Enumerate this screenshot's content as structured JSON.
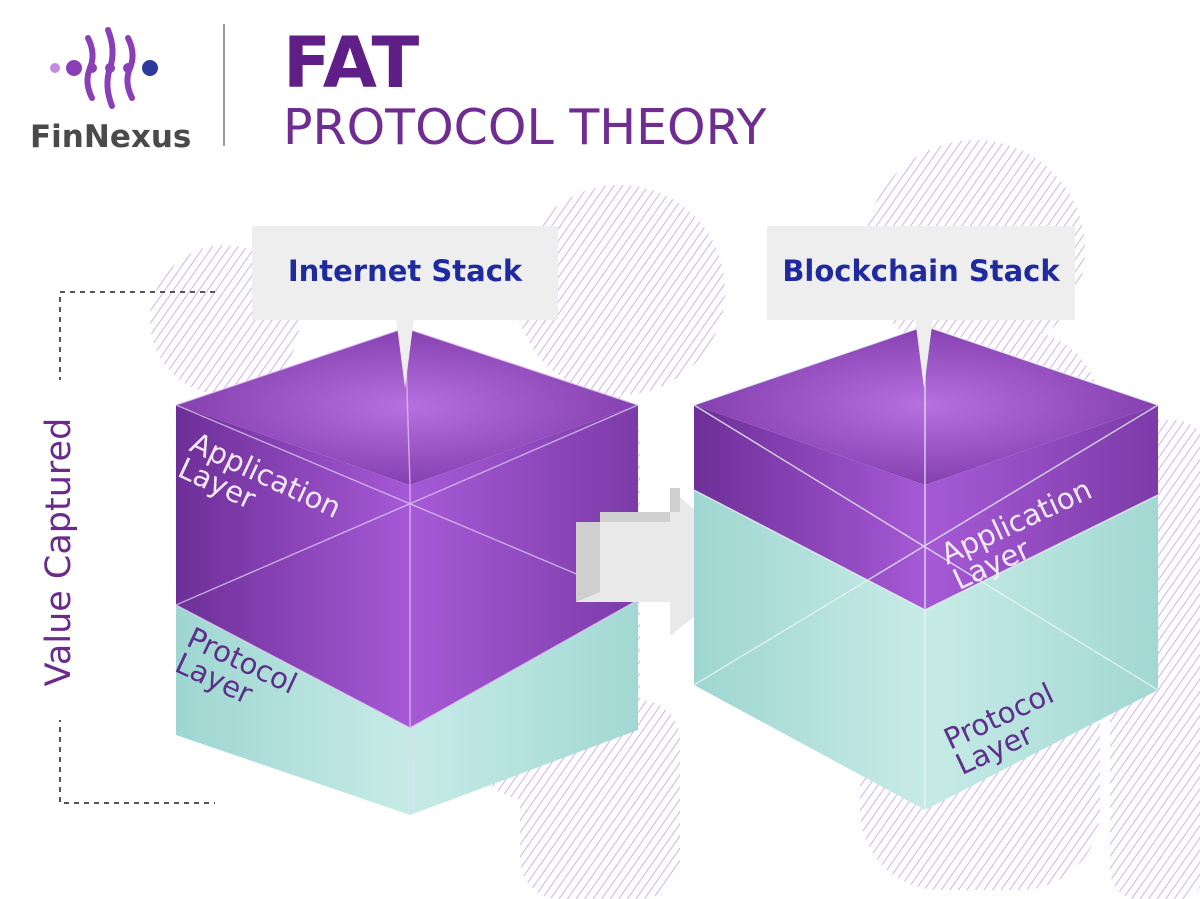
{
  "brand": {
    "name": "FinNexus",
    "logo_icon": "finnexus-dots-logo",
    "color_purple": "#7a2f9e",
    "color_accent_blue": "#2b3a9c",
    "color_gray": "#4a4a4a"
  },
  "header": {
    "title": "FAT",
    "subtitle": "PROTOCOL THEORY",
    "title_color": "#5f1f86",
    "subtitle_color": "#6f2c91"
  },
  "axis": {
    "label": "Value Captured",
    "color": "#6b2a8e"
  },
  "stacks": {
    "internet": {
      "label": "Internet Stack",
      "application_layer": "Application Layer",
      "protocol_layer": "Protocol Layer"
    },
    "blockchain": {
      "label": "Blockchain Stack",
      "application_layer": "Application Layer",
      "protocol_layer": "Protocol Layer"
    },
    "arrow_icon": "right-arrow-icon"
  },
  "colors": {
    "application_layer": "#7a3aa3",
    "protocol_layer": "#a8dcd6",
    "callout_bg": "#eeeeee",
    "callout_text": "#1f2a9e",
    "pattern": "#c9a6dd"
  }
}
